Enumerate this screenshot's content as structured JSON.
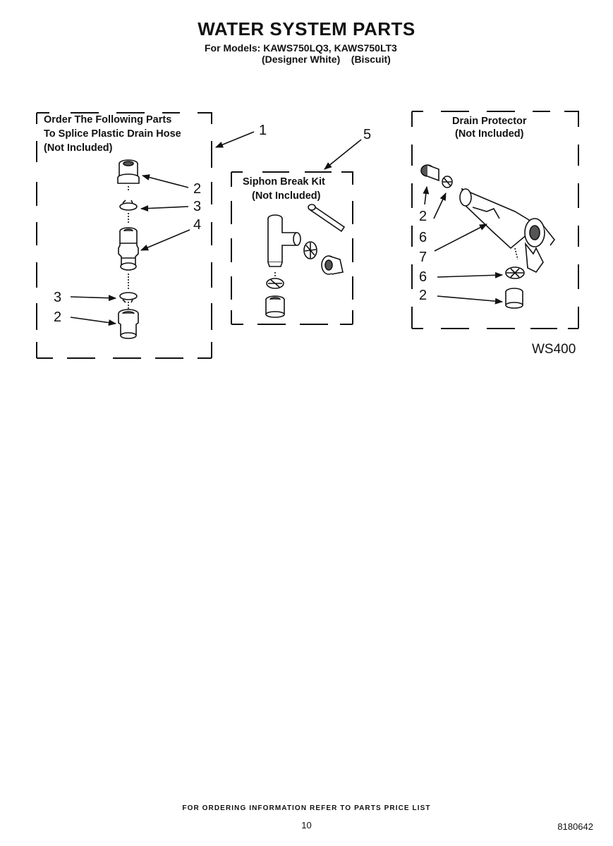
{
  "header": {
    "title": "WATER SYSTEM PARTS",
    "models_line": "For Models: KAWS750LQ3, KAWS750LT3",
    "colors_line": "(Designer White)    (Biscuit)"
  },
  "boxes": {
    "splice": {
      "line1": "Order The Following Parts",
      "line2": "To Splice Plastic Drain Hose",
      "line3": "(Not Included)"
    },
    "siphon": {
      "line1": "Siphon Break Kit",
      "line2": "(Not Included)"
    },
    "drain": {
      "line1": "Drain Protector",
      "line2": "(Not Included)"
    }
  },
  "callouts": {
    "c1": "1",
    "c5": "5",
    "splice_2a": "2",
    "splice_3a": "3",
    "splice_4": "4",
    "splice_3b": "3",
    "splice_2b": "2",
    "drain_2a": "2",
    "drain_6a": "6",
    "drain_7": "7",
    "drain_6b": "6",
    "drain_2b": "2"
  },
  "figure_code": "WS400",
  "footer": {
    "note": "FOR ORDERING INFORMATION REFER TO PARTS PRICE LIST",
    "page_number": "10",
    "doc_number": "8180642"
  }
}
